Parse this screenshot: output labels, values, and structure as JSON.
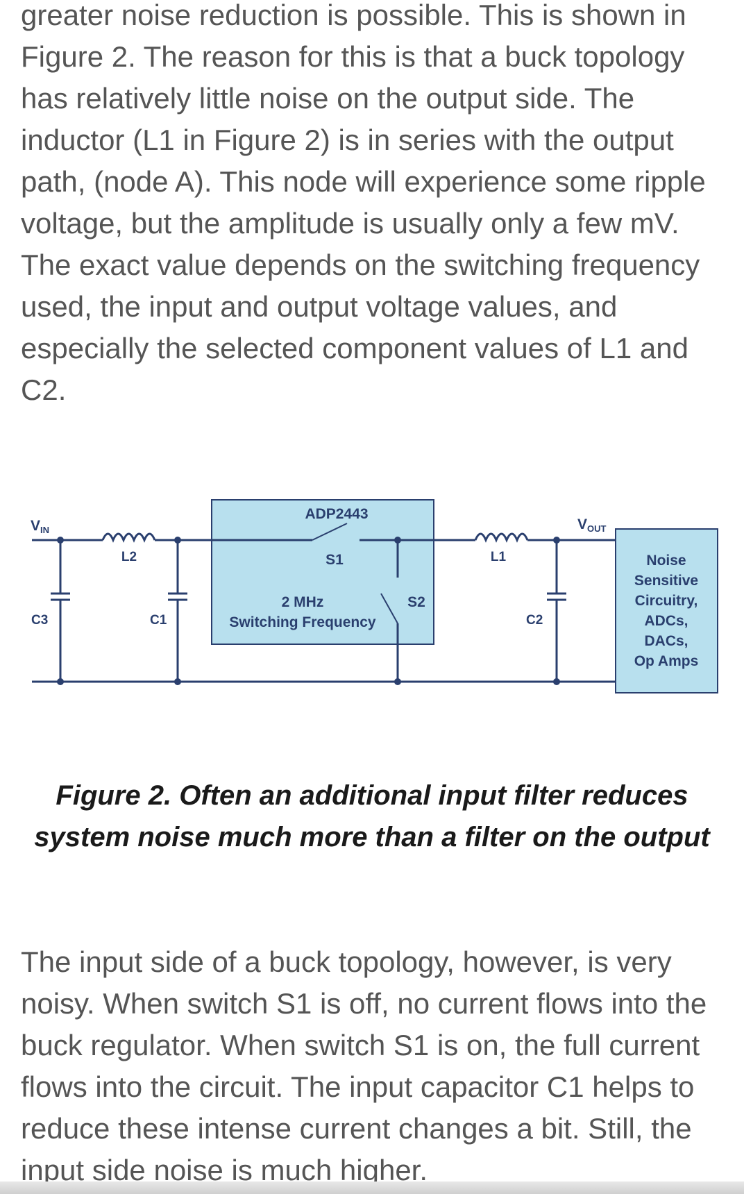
{
  "paragraph1": [
    "greater noise reduction is possible. This is shown in",
    "Figure 2. The reason for this is that a buck topology",
    "has relatively little noise on the output side. The",
    "inductor (L1 in Figure 2) is in series with the output",
    "path, (node A). This node will experience some ripple",
    "voltage, but the amplitude is usually only a few mV.",
    "The exact value depends on the switching frequency",
    "used, the input and output voltage values, and",
    "especially the selected component values of L1 and",
    "C2."
  ],
  "figure": {
    "vin_label_main": "V",
    "vin_label_sub": "IN",
    "vout_label_main": "V",
    "vout_label_sub": "OUT",
    "ic_label": "ADP2443",
    "s1_label": "S1",
    "s2_label": "S2",
    "freq_line1": "2 MHz",
    "freq_line2": "Switching Frequency",
    "l2_label": "L2",
    "l1_label": "L1",
    "c3_label": "C3",
    "c1_label": "C1",
    "c2_label": "C2",
    "load_lines": [
      "Noise",
      "Sensitive",
      "Circuitry,",
      "ADCs,",
      "DACs,",
      "Op Amps"
    ],
    "colors": {
      "wire": "#2a3f6e",
      "box_fill": "#b8e0ee",
      "box_stroke": "#2a3f6e"
    }
  },
  "caption": [
    "Figure 2. Often an additional input filter reduces",
    "system noise much more than a filter on the output"
  ],
  "paragraph2": [
    "The input side of a buck topology, however, is very",
    "noisy. When switch S1 is off, no current flows into the",
    "buck regulator. When switch S1 is on, the full current",
    "flows into the circuit. The input capacitor C1 helps to",
    "reduce these intense current changes a bit. Still, the",
    "input side noise is much higher."
  ]
}
